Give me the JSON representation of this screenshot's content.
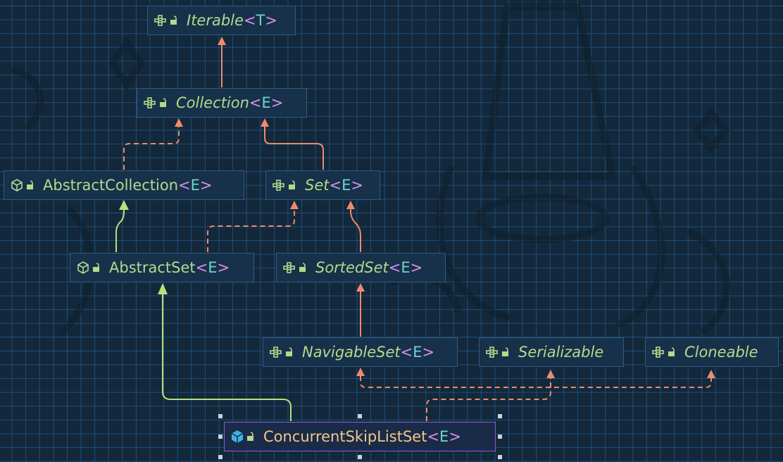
{
  "colors": {
    "background": "#13283b",
    "grid": "#286eaa",
    "class_name": "#b5d98c",
    "selected_class_name": "#f0c78a",
    "type_param": "#6fd4d0",
    "angle_bracket": "#d88ee8",
    "extends_edge": "#b5e27a",
    "implements_edge": "#f08a6c",
    "selected_border": "#8a5fd6"
  },
  "nodes": {
    "iterable": {
      "name": "Iterable",
      "param": "T",
      "kind": "interface"
    },
    "collection": {
      "name": "Collection",
      "param": "E",
      "kind": "interface"
    },
    "abstract_collection": {
      "name": "AbstractCollection",
      "param": "E",
      "kind": "abstract-class"
    },
    "set": {
      "name": "Set",
      "param": "E",
      "kind": "interface"
    },
    "abstract_set": {
      "name": "AbstractSet",
      "param": "E",
      "kind": "abstract-class"
    },
    "sorted_set": {
      "name": "SortedSet",
      "param": "E",
      "kind": "interface"
    },
    "navigable_set": {
      "name": "NavigableSet",
      "param": "E",
      "kind": "interface"
    },
    "serializable": {
      "name": "Serializable",
      "param": "",
      "kind": "interface"
    },
    "cloneable": {
      "name": "Cloneable",
      "param": "",
      "kind": "interface"
    },
    "concurrent_skip_list_set": {
      "name": "ConcurrentSkipListSet",
      "param": "E",
      "kind": "class",
      "selected": true
    }
  },
  "edges": [
    {
      "from": "collection",
      "to": "iterable",
      "type": "extends-interface"
    },
    {
      "from": "abstract_collection",
      "to": "collection",
      "type": "implements"
    },
    {
      "from": "set",
      "to": "collection",
      "type": "extends-interface"
    },
    {
      "from": "abstract_set",
      "to": "abstract_collection",
      "type": "extends"
    },
    {
      "from": "abstract_set",
      "to": "set",
      "type": "implements"
    },
    {
      "from": "sorted_set",
      "to": "set",
      "type": "extends-interface"
    },
    {
      "from": "navigable_set",
      "to": "sorted_set",
      "type": "extends-interface"
    },
    {
      "from": "concurrent_skip_list_set",
      "to": "abstract_set",
      "type": "extends"
    },
    {
      "from": "concurrent_skip_list_set",
      "to": "navigable_set",
      "type": "implements"
    },
    {
      "from": "concurrent_skip_list_set",
      "to": "serializable",
      "type": "implements"
    },
    {
      "from": "concurrent_skip_list_set",
      "to": "cloneable",
      "type": "implements"
    }
  ]
}
